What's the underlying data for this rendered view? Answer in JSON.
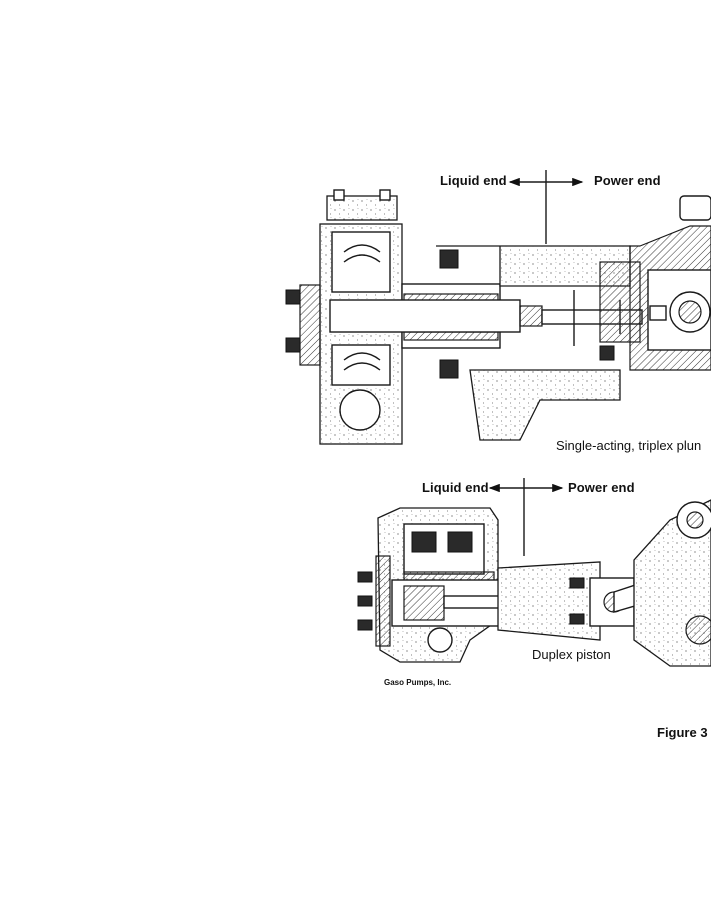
{
  "top_pump": {
    "liquid_end_label": "Liquid end",
    "power_end_label": "Power end",
    "caption": "Single-acting, triplex plun"
  },
  "bottom_pump": {
    "liquid_end_label": "Liquid end",
    "power_end_label": "Power end",
    "caption": "Duplex piston",
    "credit": "Gaso Pumps, Inc."
  },
  "figure_label": "Figure 3"
}
